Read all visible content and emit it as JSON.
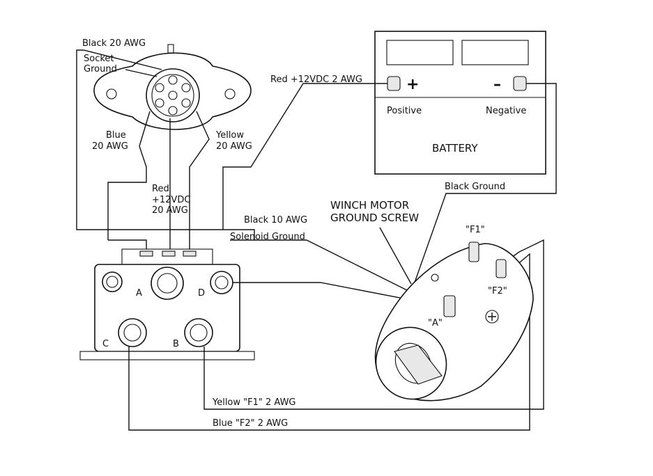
{
  "socket": {
    "black_wire": "Black 20 AWG",
    "ground_line1": "Socket",
    "ground_line2": "Ground",
    "blue_line1": "Blue",
    "blue_line2": "20 AWG",
    "yellow_line1": "Yellow",
    "yellow_line2": "20 AWG",
    "red_line1": "Red",
    "red_line2": "+12VDC",
    "red_line3": "20 AWG"
  },
  "battery": {
    "title": "BATTERY",
    "positive_label": "Positive",
    "negative_label": "Negative",
    "plus_symbol": "+",
    "minus_symbol": "–",
    "red_wire": "Red +12VDC 2 AWG",
    "black_ground": "Black Ground"
  },
  "solenoid": {
    "black_wire": "Black 10 AWG",
    "ground": "Solenoid Ground",
    "terminal_a": "A",
    "terminal_b": "B",
    "terminal_c": "C",
    "terminal_d": "D"
  },
  "motor": {
    "ground_screw_line1": "WINCH MOTOR",
    "ground_screw_line2": "GROUND SCREW",
    "terminal_f1": "\"F1\"",
    "terminal_f2": "\"F2\"",
    "terminal_a": "\"A\""
  },
  "wires": {
    "yellow_f1": "Yellow \"F1\" 2 AWG",
    "blue_f2": "Blue \"F2\" 2 AWG"
  }
}
